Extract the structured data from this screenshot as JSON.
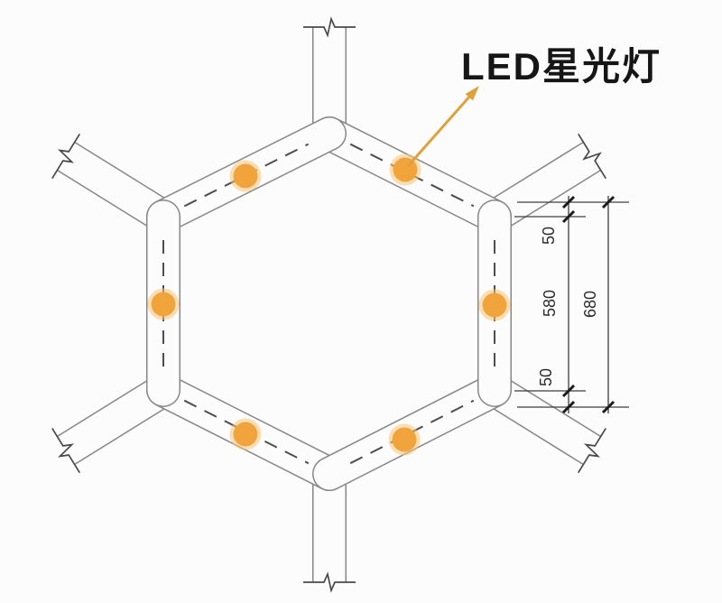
{
  "callout": {
    "label": "LED星光灯"
  },
  "dimensions": {
    "top_tube_offset": "50",
    "center_span": "580",
    "bottom_tube_offset": "50",
    "overall_span": "680"
  },
  "leds": {
    "count": 6
  },
  "colors": {
    "led_dot": "#F2A43C",
    "arrow": "#DFA23B",
    "tube_outline": "#878787",
    "dimension_ink": "#2B2B2B"
  }
}
